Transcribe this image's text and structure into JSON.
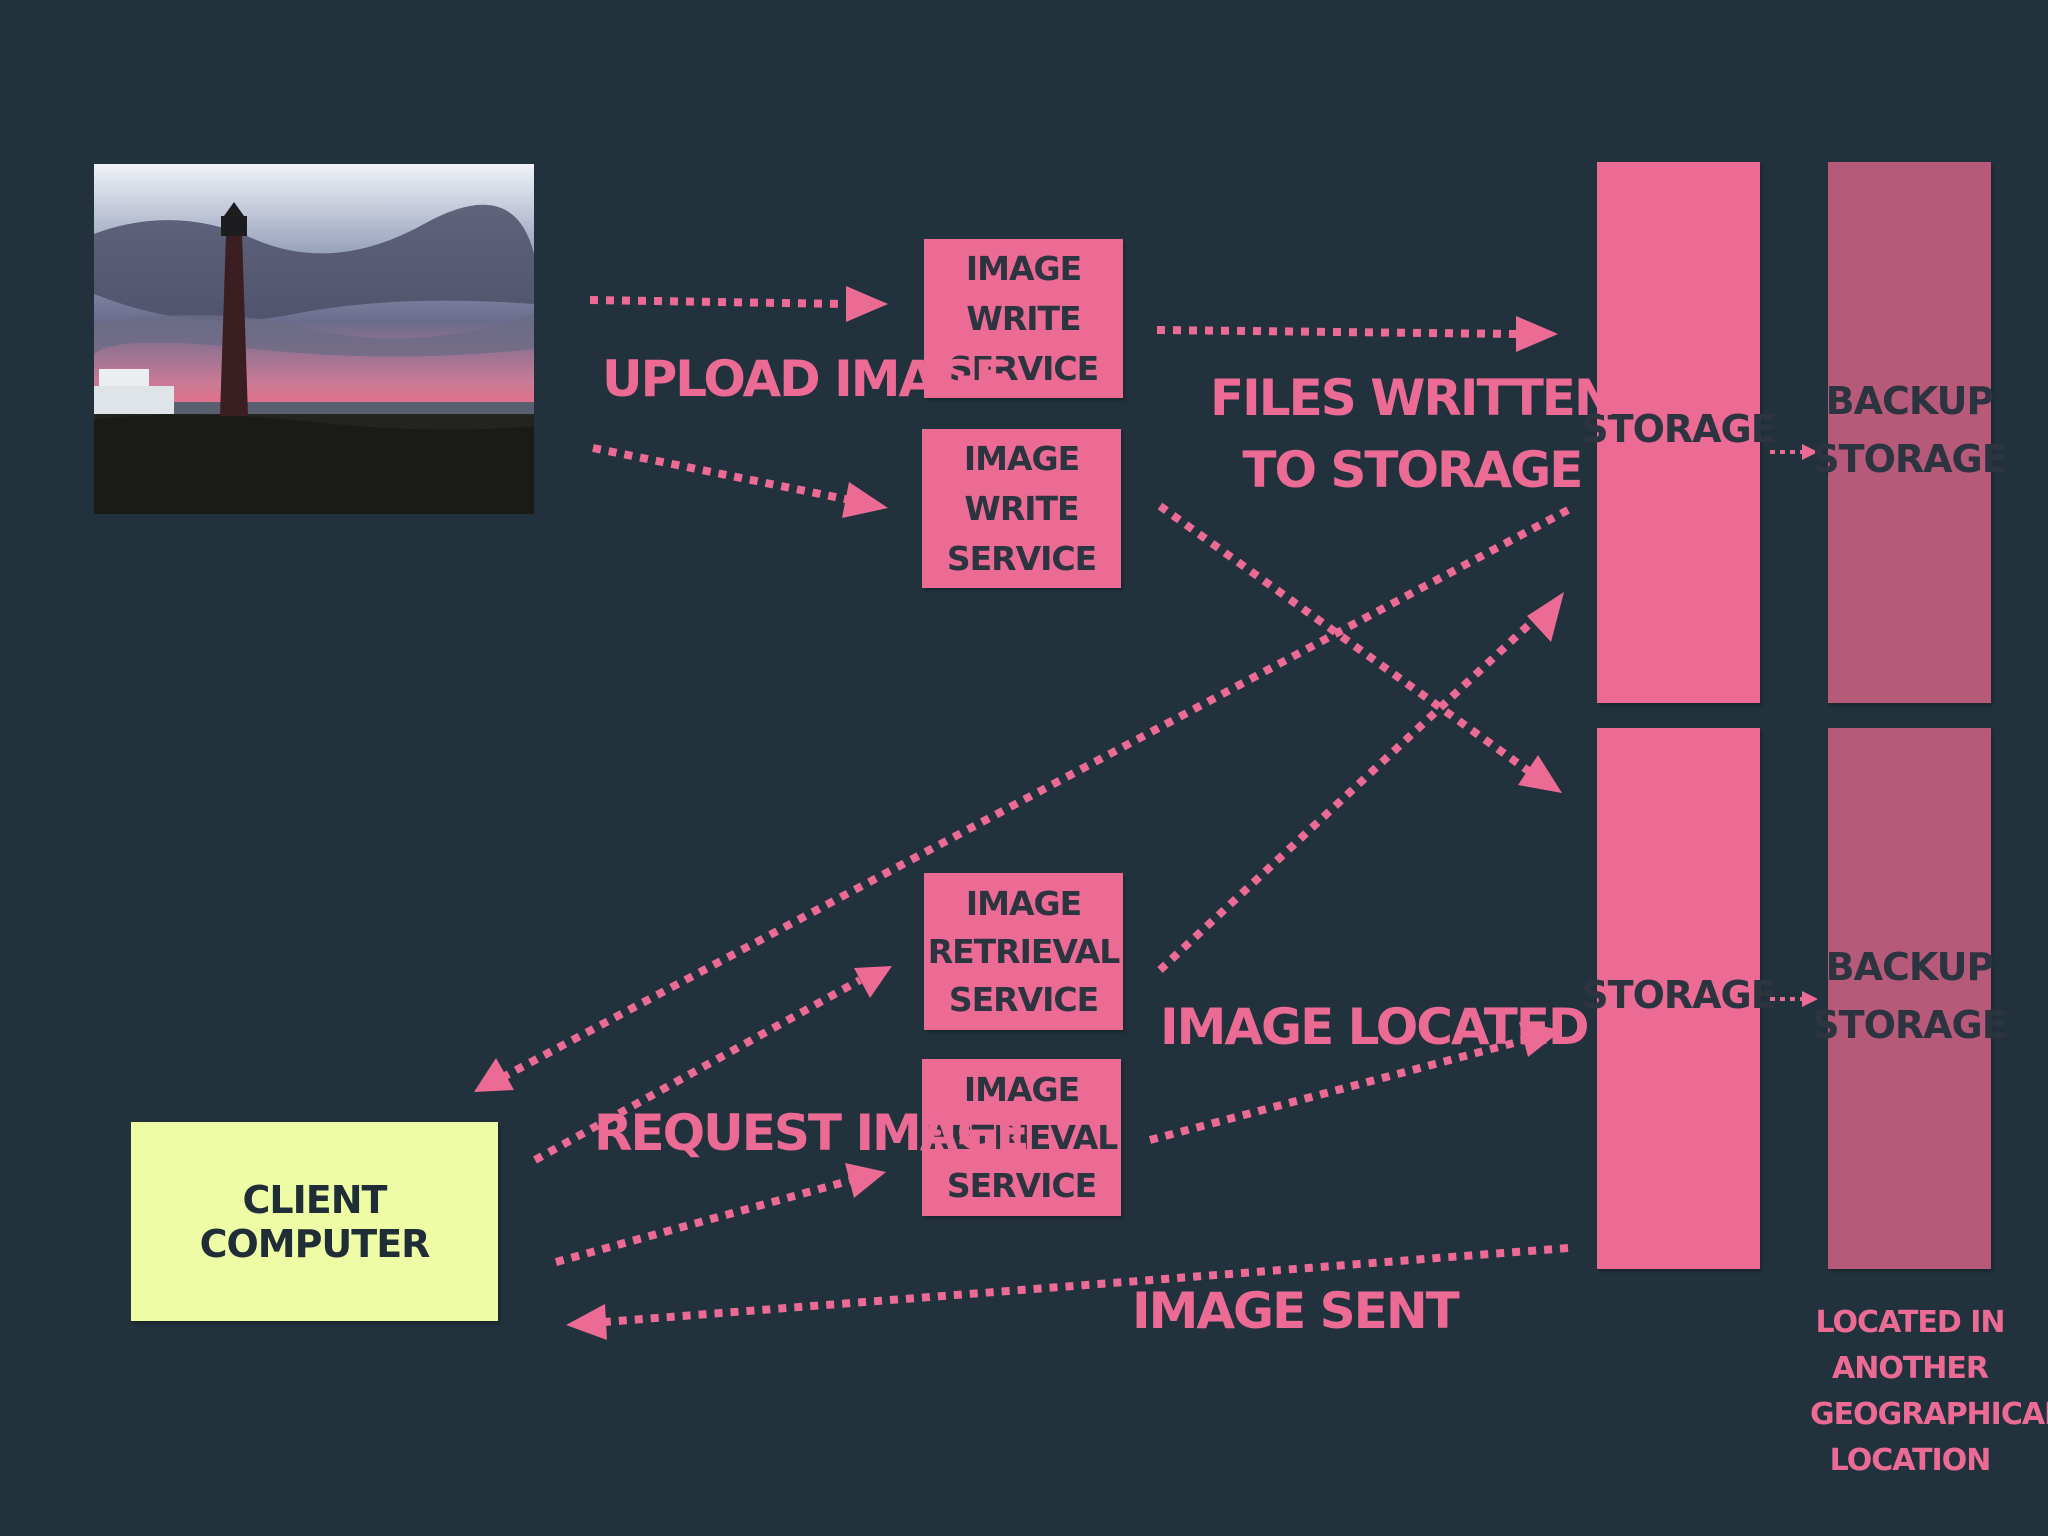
{
  "colors": {
    "background": "#22323d",
    "accent": "#ec6b95",
    "backup": "#b75a7a",
    "client": "#eefca6",
    "box_text": "#2c3440"
  },
  "photo": {
    "subject": "lighthouse-sunset-photo"
  },
  "services": {
    "write_1": [
      "IMAGE WRITE",
      "SERVICE"
    ],
    "write_2": [
      "IMAGE WRITE",
      "SERVICE"
    ],
    "retrieval_1": [
      "IMAGE",
      "RETRIEVAL",
      "SERVICE"
    ],
    "retrieval_2": [
      "IMAGE",
      "RETRIEVAL",
      "SERVICE"
    ]
  },
  "storage": {
    "top": "STORAGE",
    "bottom": "STORAGE"
  },
  "backup": {
    "top": [
      "BACKUP",
      "STORAGE"
    ],
    "bottom": [
      "BACKUP",
      "STORAGE"
    ]
  },
  "client": "CLIENT COMPUTER",
  "labels": {
    "upload": "UPLOAD IMAGE",
    "files_written": [
      "FILES WRITTEN",
      "TO STORAGE"
    ],
    "request": "REQUEST IMAGE",
    "located": "IMAGE LOCATED",
    "sent": "IMAGE SENT"
  },
  "note": [
    "LOCATED IN",
    "ANOTHER",
    "GEOGRAPHICAL",
    "LOCATION"
  ]
}
